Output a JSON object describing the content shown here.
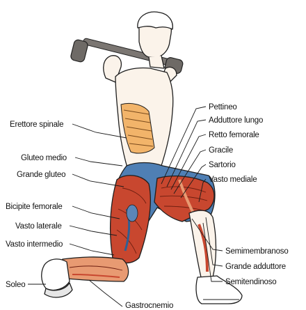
{
  "labels": {
    "erettore_spinale": "Erettore spinale",
    "gluteo_medio": "Gluteo medio",
    "grande_gluteo": "Grande gluteo",
    "bicipite_femorale": "Bicipite femorale",
    "vasto_laterale": "Vasto laterale",
    "vasto_intermedio": "Vasto intermedio",
    "soleo": "Soleo",
    "gastrocnemio": "Gastrocnemio",
    "pettineo": "Pettineo",
    "adduttore_lungo": "Adduttore lungo",
    "retto_femorale": "Retto femorale",
    "gracile": "Gracile",
    "sartorio": "Sartorio",
    "vasto_mediale": "Vasto mediale",
    "semimembranoso": "Semimembranoso",
    "grande_adduttore": "Grande adduttore",
    "semitendinoso": "Semitendinoso"
  },
  "colors": {
    "muscle_active": "#c8472f",
    "muscle_light": "#e89a72",
    "shorts": "#4f7fb4",
    "skin": "#fbf3ea",
    "bar": "#6e6a66",
    "tendon": "#e8d6a8"
  }
}
